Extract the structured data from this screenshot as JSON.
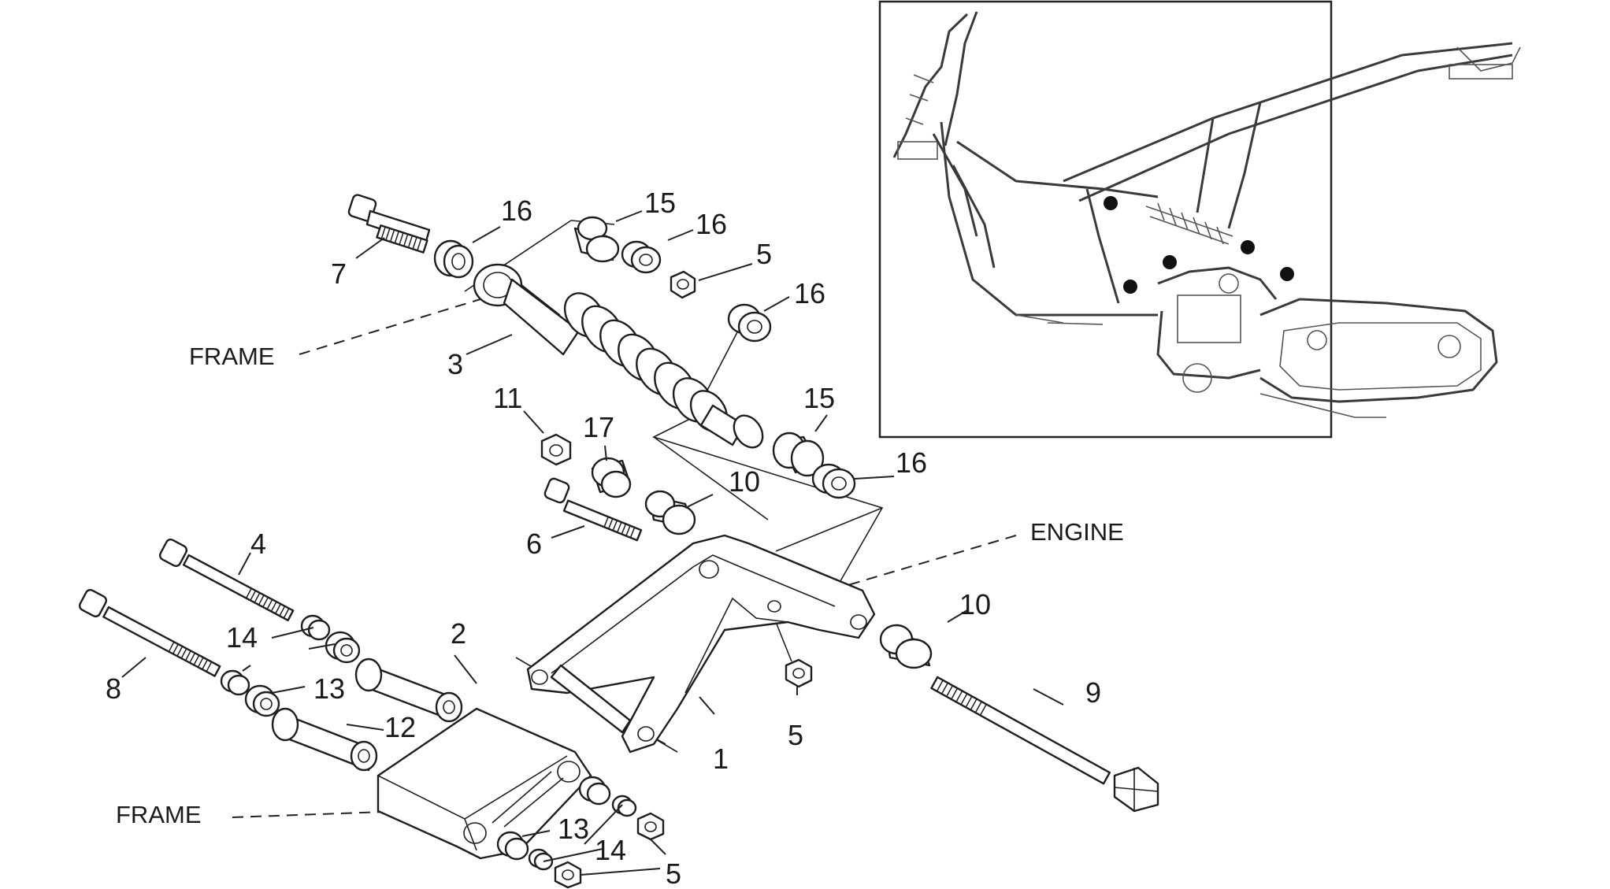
{
  "callouts": {
    "c1": "1",
    "c2": "2",
    "c3": "3",
    "c4": "4",
    "c5a": "5",
    "c5b": "5",
    "c5c": "5",
    "c6": "6",
    "c7": "7",
    "c8": "8",
    "c9": "9",
    "c10a": "10",
    "c10b": "10",
    "c11": "11",
    "c12": "12",
    "c13a": "13",
    "c13b": "13",
    "c14a": "14",
    "c14b": "14",
    "c15a": "15",
    "c15b": "15",
    "c16a": "16",
    "c16b": "16",
    "c16c": "16",
    "c16d": "16",
    "c17": "17"
  },
  "labels": {
    "frame_top": "FRAME",
    "frame_bottom": "FRAME",
    "engine": "ENGINE"
  },
  "colors": {
    "line": "#1e1e1e",
    "background": "#ffffff",
    "marker_dots": "#111111"
  }
}
